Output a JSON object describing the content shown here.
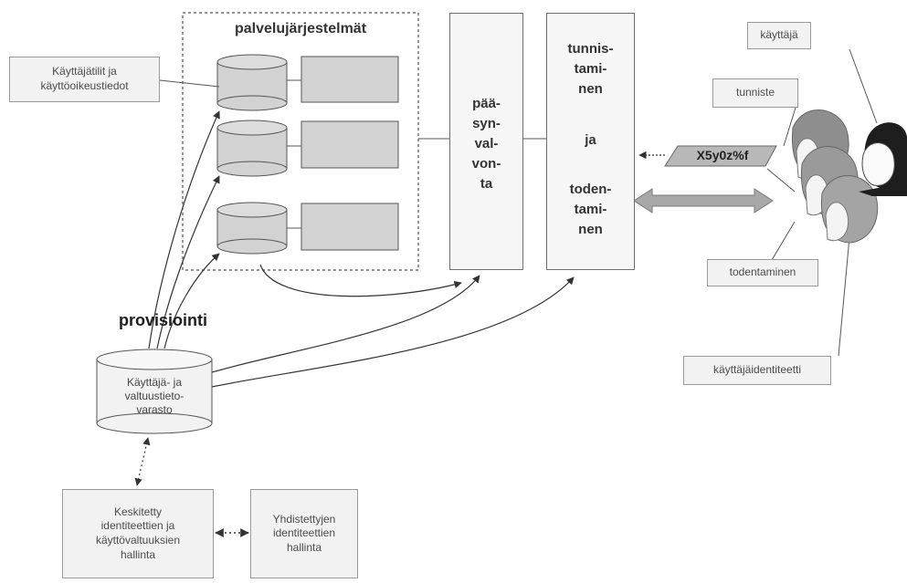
{
  "texts": {
    "service_systems": "palvelujärjestelmät",
    "user_data": [
      "Käyttäjätilit ja",
      "käyttöoikeustiedot"
    ],
    "access_control": [
      "pää-",
      "syn-",
      "val-",
      "von-",
      "ta"
    ],
    "identification": [
      "tunnis-",
      "tami-",
      "nen",
      "ja",
      "toden-",
      "tami-",
      "nen"
    ],
    "provisioning": "provisiointi",
    "repository": [
      "Käyttäjä- ja",
      "valtuustieto-",
      "varasto"
    ],
    "central_mgmt": [
      "Keskitetty",
      "identiteettien ja",
      "käyttövaltuuksien",
      "hallinta"
    ],
    "federated_mgmt": [
      "Yhdistettyjen",
      "identiteettien",
      "hallinta"
    ],
    "user": "käyttäjä",
    "identifier": "tunniste",
    "identifier_value": "X5y0z%f",
    "authentication": "todentaminen",
    "user_identity": "käyttäjäidentiteetti"
  },
  "colors": {
    "line": "#5a5a5a",
    "box_fill": "#f2f2f2",
    "cylinder_fill": "#d2d2d2",
    "arrow_fill": "#a8a8a8",
    "person_fill": "#9a9a9a"
  },
  "icons": {
    "users": "person-silhouette-group",
    "repository": "database-cylinder",
    "systems": "database-cylinder"
  }
}
